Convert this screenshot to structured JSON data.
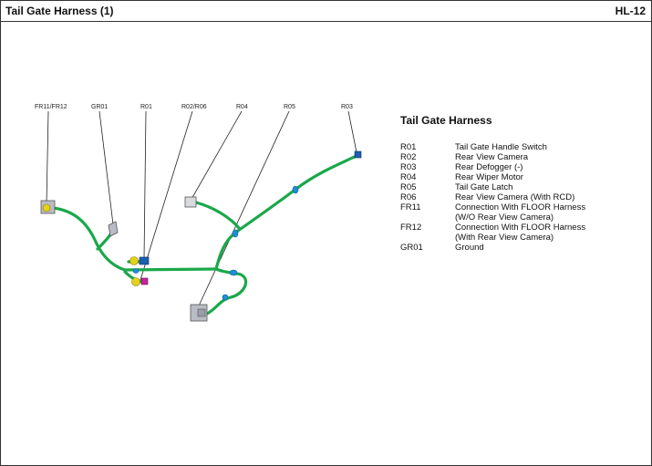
{
  "header": {
    "title": "Tail Gate Harness (1)",
    "page_code": "HL-12"
  },
  "diagram": {
    "connector_labels": [
      {
        "id": "FR11/FR12",
        "text": "FR11/FR12"
      },
      {
        "id": "GR01",
        "text": "GR01"
      },
      {
        "id": "R01",
        "text": "R01"
      },
      {
        "id": "R02/R06",
        "text": "R02/R06"
      },
      {
        "id": "R04",
        "text": "R04"
      },
      {
        "id": "R05",
        "text": "R05"
      },
      {
        "id": "R03",
        "text": "R03"
      }
    ],
    "colors": {
      "harness": "#1aa84a",
      "clip": "#1e8fd6",
      "connector_grey": "#b9bcc4",
      "connector_yellow": "#e4d21a",
      "connector_blue": "#1b5fb0",
      "connector_pink": "#c2279a",
      "leader": "#222222"
    }
  },
  "legend": {
    "title": "Tail Gate Harness",
    "items": [
      {
        "code": "R01",
        "desc": "Tail Gate Handle Switch"
      },
      {
        "code": "R02",
        "desc": "Rear View Camera"
      },
      {
        "code": "R03",
        "desc": "Rear Defogger (-)"
      },
      {
        "code": "R04",
        "desc": "Rear Wiper Motor"
      },
      {
        "code": "R05",
        "desc": "Tail Gate Latch"
      },
      {
        "code": "R06",
        "desc": "Rear View Camera (With RCD)"
      },
      {
        "code": "FR11",
        "desc": "Connection With FLOOR Harness",
        "desc2": "(W/O Rear View Camera)"
      },
      {
        "code": "FR12",
        "desc": "Connection With FLOOR Harness",
        "desc2": "(With Rear View Camera)"
      },
      {
        "code": "GR01",
        "desc": "Ground"
      }
    ]
  }
}
